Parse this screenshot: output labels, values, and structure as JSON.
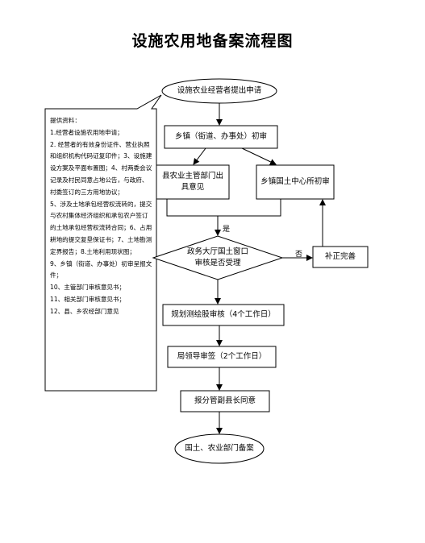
{
  "title": "设施农用地备案流程图",
  "nodes": {
    "apply": "设施农业经营者提出申请",
    "town": "乡镇（街道、办事处）初审",
    "county_dept": "县农业主管部门出具意见",
    "land_center": "乡镇国土中心所初审",
    "decision": "政务大厅国土窗口审核是否受理",
    "supplement": "补正完善",
    "survey": "规划测绘股审核（4个工作日）",
    "bureau": "局领导审签（2个工作日）",
    "vice_mayor": "报分管副县长同意",
    "archive": "国土、农业部门备案"
  },
  "labels": {
    "yes": "是",
    "no": "否"
  },
  "materials": {
    "heading": "提供资料：",
    "items": [
      "1.经营者设施农用地申请；",
      "2. 经营者的有效身份证件、营业执照和组织机构代码证复印件；3、设施建设方案及平面布置图；4、村两委会议记录及村民同意占地公告，与政府、村委签订的三方用地协议；",
      "5、涉及土地承包经营权流转的，提交与农村集体经济组织和承包农户签订的土地承包经营权流转合同；6、占用耕地的提交复垦保证书；7、土地勘测定界报告；8.土地利用现状图；",
      "9、乡镇（街道、办事处）初审呈报文件；",
      "10、主管部门审核意见书；",
      "11、相关部门审核意见书；",
      "12、县、乡农经部门意见"
    ]
  }
}
